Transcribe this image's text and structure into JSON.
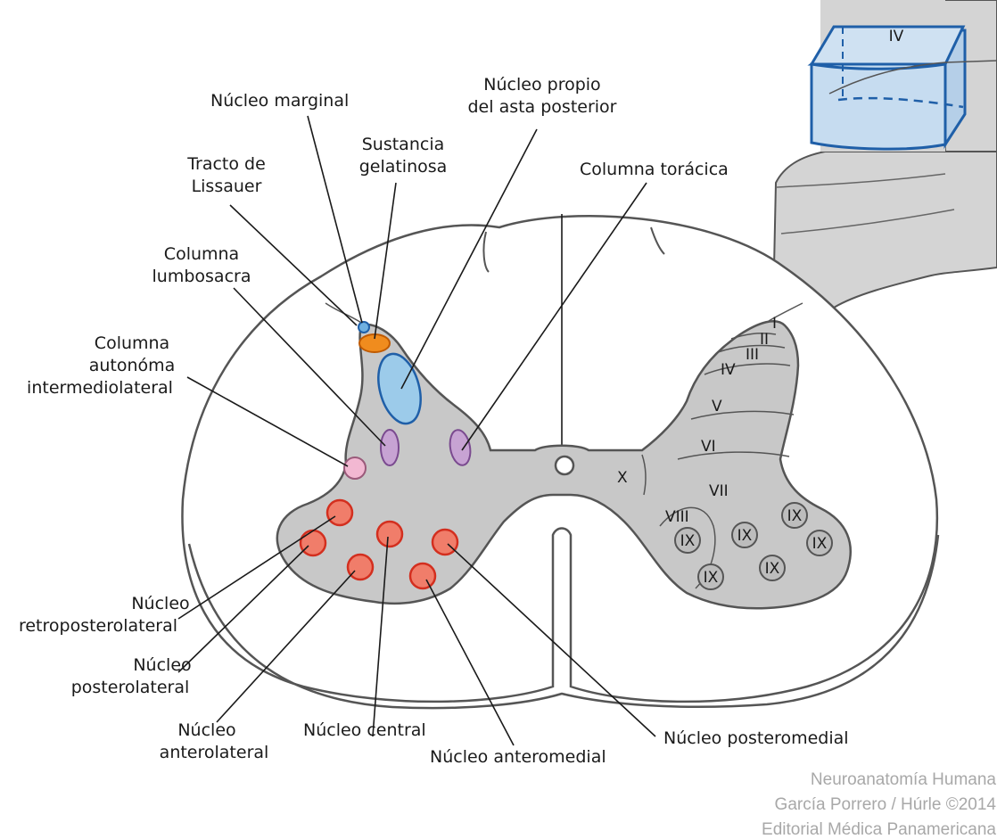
{
  "labels": {
    "nucleo_marginal": "Núcleo marginal",
    "nucleo_propio_1": "Núcleo propio",
    "nucleo_propio_2": "del asta posterior",
    "sustancia_1": "Sustancia",
    "sustancia_2": "gelatinosa",
    "tracto_1": "Tracto de",
    "tracto_2": "Lissauer",
    "columna_toracica": "Columna torácica",
    "lumbosacra_1": "Columna",
    "lumbosacra_2": "lumbosacra",
    "autonoma_1": "Columna",
    "autonoma_2": "autonóma",
    "autonoma_3": "intermediolateral",
    "retropostero_1": "Núcleo",
    "retropostero_2": "retroposterolateral",
    "posterolateral_1": "Núcleo",
    "posterolateral_2": "posterolateral",
    "anterolateral_1": "Núcleo",
    "anterolateral_2": "anterolateral",
    "nucleo_central": "Núcleo central",
    "nucleo_anteromedial": "Núcleo anteromedial",
    "nucleo_posteromedial": "Núcleo posteromedial"
  },
  "laminae": {
    "I": "I",
    "II": "II",
    "III": "III",
    "IV": "IV",
    "V": "V",
    "VI": "VI",
    "VII": "VII",
    "VIII": "VIII",
    "IX": "IX",
    "X": "X"
  },
  "inset": {
    "lamina": "IV"
  },
  "credit": {
    "line1": "Neuroanatomía Humana",
    "line2": "García Porrero / Húrle ©2014",
    "line3": "Editorial Médica Panamericana"
  },
  "colors": {
    "gray_matter": "#c8c8c8",
    "outline": "#555555",
    "marginal_blue": "#6fb0e0",
    "gelatinosa_orange": "#f08c1e",
    "propio_blue": "#9ccbea",
    "column_purple": "#c7a3d3",
    "autonomic_pink": "#f2b8d2",
    "motor_red": "#f07d6a",
    "inset_blue": "#c6dcf0"
  }
}
